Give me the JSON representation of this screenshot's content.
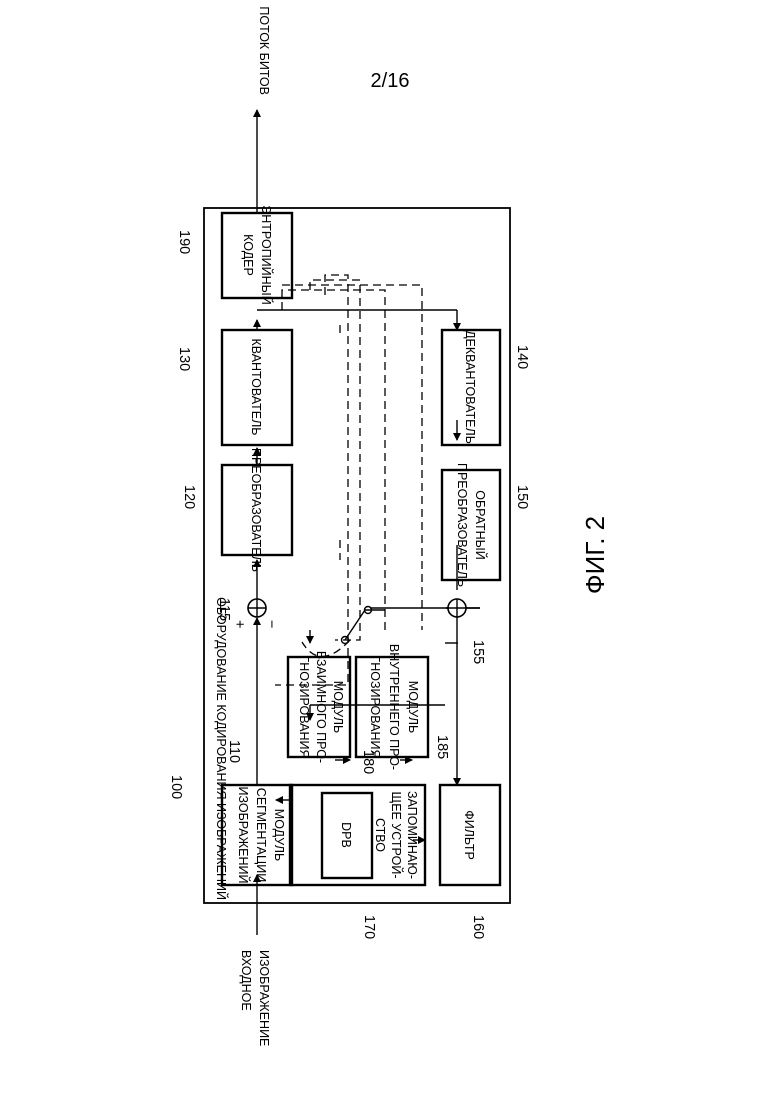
{
  "page_number": "2/16",
  "figure_label": "ФИГ. 2",
  "apparatus": {
    "number": "100",
    "label": "ОБОРУДОВАНИЕ КОДИРОВАНИЯ ИЗОБРАЖЕНИЙ"
  },
  "input": {
    "line1": "ВХОДНОЕ",
    "line2": "ИЗОБРАЖЕНИЕ"
  },
  "output": {
    "label": "ПОТОК БИТОВ"
  },
  "blocks": {
    "segmentation": {
      "number": "110",
      "line1": "МОДУЛЬ",
      "line2": "СЕГМЕНТАЦИИ",
      "line3": "ИЗОБРАЖЕНИЙ"
    },
    "transformer": {
      "number": "120",
      "line1": "ПРЕОБРАЗОВАТЕЛЬ"
    },
    "quantizer": {
      "number": "130",
      "line1": "КВАНТОВАТЕЛЬ"
    },
    "dequantizer": {
      "number": "140",
      "line1": "ДЕКВАНТОВАТЕЛЬ"
    },
    "inverse_transformer": {
      "number": "150",
      "line1": "ОБРАТНЫЙ",
      "line2": "ПРЕОБРАЗОВАТЕЛЬ"
    },
    "filter": {
      "number": "160",
      "line1": "ФИЛЬТР"
    },
    "memory": {
      "number": "170",
      "line1": "ЗАПОМИНАЮ-",
      "line2": "ЩЕЕ УСТРОЙ-",
      "line3": "СТВО",
      "dpb": "DPB"
    },
    "inter_prediction": {
      "number": "180",
      "line1": "МОДУЛЬ",
      "line2": "ВЗАИМНОГО ПРО-",
      "line3": "ГНОЗИРОВАНИЯ"
    },
    "intra_prediction": {
      "number": "185",
      "line1": "МОДУЛЬ",
      "line2": "ВНУТРЕННЕГО ПРО-",
      "line3": "ГНОЗИРОВАНИЯ"
    },
    "entropy_coder": {
      "number": "190",
      "line1": "ЭНТРОПИЙНЫЙ",
      "line2": "КОДЕР"
    }
  },
  "subtractor": {
    "number": "115",
    "plus": "+",
    "minus": "−"
  },
  "adder": {
    "number": "155"
  }
}
